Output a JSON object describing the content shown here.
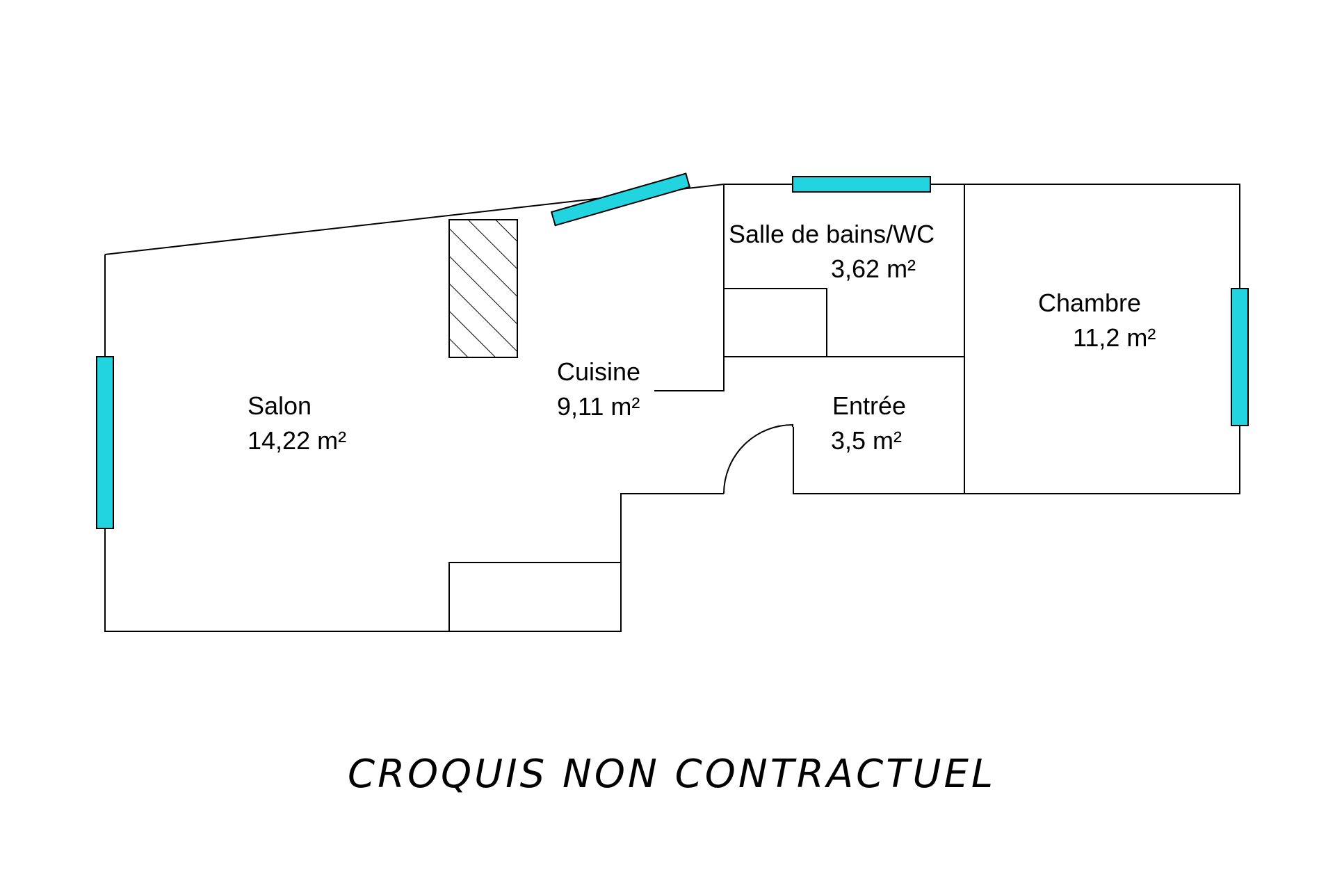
{
  "colors": {
    "wall": "#000000",
    "window": "#22d3e0",
    "background": "#ffffff"
  },
  "rooms": [
    {
      "id": "salon",
      "name": "Salon",
      "area": "14,22  m²"
    },
    {
      "id": "cuisine",
      "name": "Cuisine",
      "area": "9,11  m²"
    },
    {
      "id": "sdb",
      "name": "Salle de bains/WC",
      "area": "3,62  m²"
    },
    {
      "id": "chambre",
      "name": "Chambre",
      "area": "11,2  m²"
    },
    {
      "id": "entree",
      "name": "Entrée",
      "area": "3,5  m²"
    }
  ],
  "disclaimer": "CROQUIS NON CONTRACTUEL"
}
